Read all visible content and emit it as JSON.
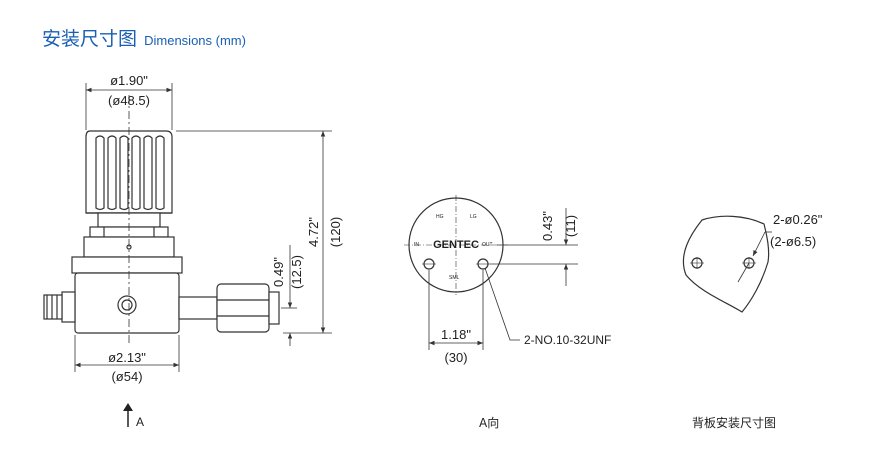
{
  "header": {
    "title_cn": "安装尺寸图",
    "title_en": "Dimensions (mm)"
  },
  "side_view": {
    "top_dia_in": "ø1.90\"",
    "top_dia_mm": "(ø48.5)",
    "height_in": "4.72\"",
    "height_mm": "(120)",
    "port_h_in": "0.49\"",
    "port_h_mm": "(12.5)",
    "bottom_dia_in": "ø2.13\"",
    "bottom_dia_mm": "(ø54)",
    "view_arrow_label": "A"
  },
  "front_view": {
    "brand": "GENTEC",
    "port_hg": "HG",
    "port_lg": "LG",
    "port_in": "IN",
    "port_out": "OUT",
    "port_sml": "SML",
    "offset_in": "0.43\"",
    "offset_mm": "(11)",
    "spacing_in": "1.18\"",
    "spacing_mm": "(30)",
    "thread_note": "2-NO.10-32UNF",
    "caption": "A向"
  },
  "panel_view": {
    "hole_in": "2-ø0.26\"",
    "hole_mm": "(2-ø6.5)",
    "caption": "背板安装尺寸图"
  }
}
